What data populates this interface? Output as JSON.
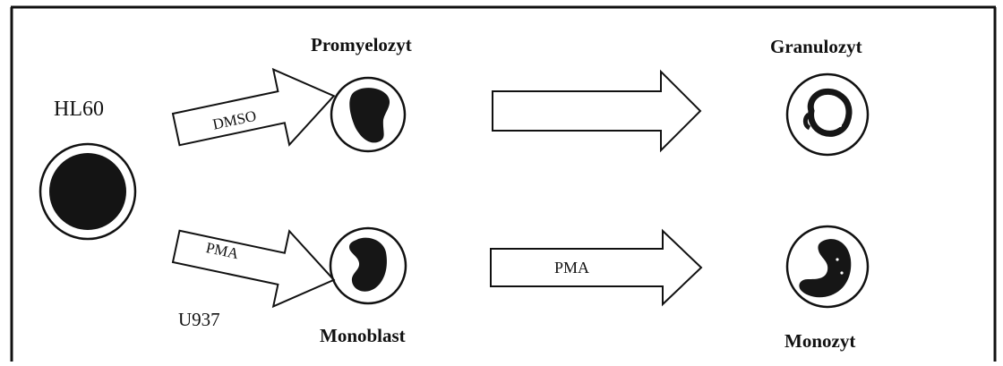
{
  "cell_lines": {
    "hl60": "HL60",
    "u937": "U937"
  },
  "stages": {
    "promyelozyt": "Promyelozyt",
    "monoblast": "Monoblast",
    "granulozyt": "Granulozyt",
    "monozyt": "Monozyt"
  },
  "arrows": {
    "dmso_label": "DMSO",
    "pma_label_1": "PMA",
    "pma_label_2": "PMA"
  },
  "colors": {
    "ink": "#111111",
    "background": "#ffffff"
  }
}
